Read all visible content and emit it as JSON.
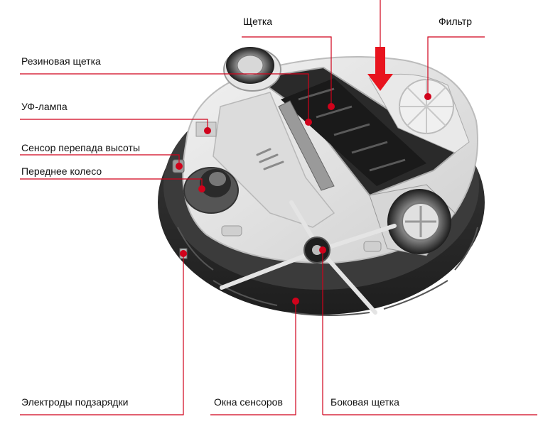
{
  "labels": {
    "brush": "Щетка",
    "filter": "Фильтр",
    "rubber_brush": "Резиновая щетка",
    "uv_lamp": "УФ-лампа",
    "cliff_sensor": "Сенсор перепада высоты",
    "front_wheel": "Переднее колесо",
    "charging_electrodes": "Электроды подзарядки",
    "sensor_windows": "Окна сенсоров",
    "side_brush": "Боковая щетка"
  },
  "colors": {
    "leader_line": "#d0021b",
    "marker": "#d0021b",
    "arrow": "#e8141e",
    "body_dark": "#2e2e2e",
    "body_light": "#e4e4e4"
  }
}
